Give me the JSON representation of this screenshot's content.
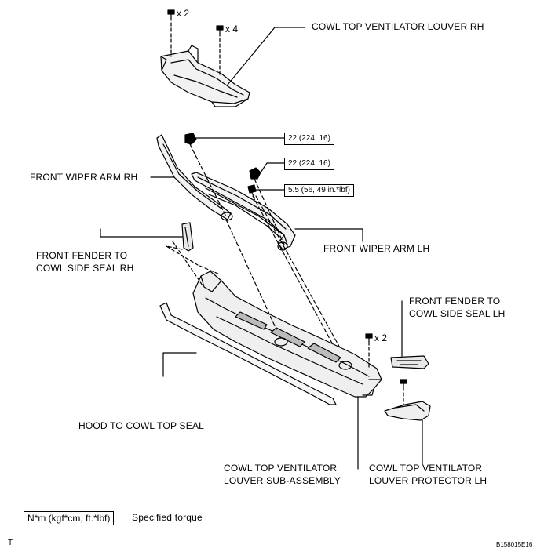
{
  "labels": {
    "cowl_louver_rh": "COWL TOP VENTILATOR LOUVER RH",
    "wiper_arm_rh": "FRONT WIPER ARM RH",
    "wiper_arm_lh": "FRONT WIPER ARM LH",
    "fender_seal_rh_1": "FRONT FENDER TO",
    "fender_seal_rh_2": "COWL SIDE SEAL RH",
    "fender_seal_lh_1": "FRONT FENDER TO",
    "fender_seal_lh_2": "COWL SIDE SEAL LH",
    "hood_seal": "HOOD TO COWL TOP SEAL",
    "louver_sub_1": "COWL TOP VENTILATOR",
    "louver_sub_2": "LOUVER SUB-ASSEMBLY",
    "protector_lh_1": "COWL TOP VENTILATOR",
    "protector_lh_2": "LOUVER PROTECTOR LH"
  },
  "quantities": {
    "clip_top_a": "x 2",
    "clip_top_b": "x 4",
    "clip_mid": "x 2"
  },
  "torques": {
    "t1": "22 (224, 16)",
    "t2": "22 (224, 16)",
    "t3": "5.5 (56, 49 in.*lbf)"
  },
  "legend": {
    "box": "N*m (kgf*cm, ft.*lbf)",
    "text": "Specified torque"
  },
  "footer": {
    "left": "T",
    "right": "B158015E16"
  }
}
